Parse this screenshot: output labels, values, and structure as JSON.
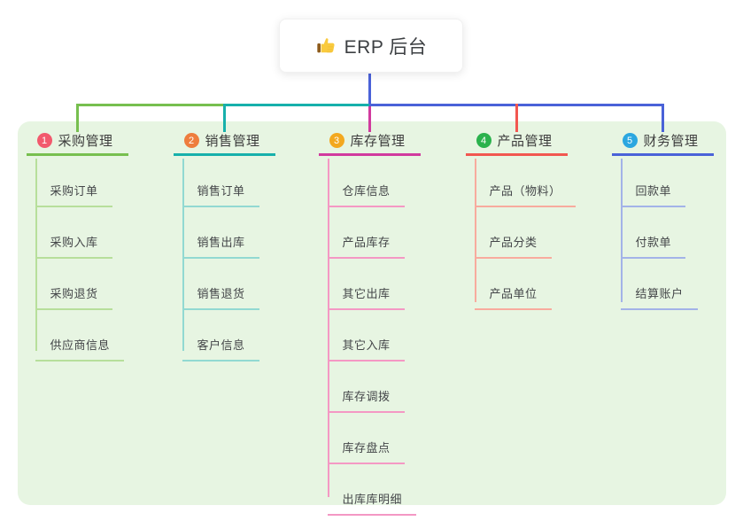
{
  "root": {
    "title": "ERP 后台",
    "icon": "thumbs-up-icon"
  },
  "colors": {
    "root_line": "#4a62d8",
    "panel_bg": "#e7f5e2",
    "card_bg": "#ffffff",
    "text_dark": "#3c3c3c"
  },
  "branches": [
    {
      "badge": "1",
      "title": "采购管理",
      "badge_color": "#f2596d",
      "line_color": "#77bf4f",
      "light_color": "#b7df9b",
      "items": [
        "采购订单",
        "采购入库",
        "采购退货",
        "供应商信息"
      ]
    },
    {
      "badge": "2",
      "title": "销售管理",
      "badge_color": "#ee7d3e",
      "line_color": "#17b0ab",
      "light_color": "#92d9d2",
      "items": [
        "销售订单",
        "销售出库",
        "销售退货",
        "客户信息"
      ]
    },
    {
      "badge": "3",
      "title": "库存管理",
      "badge_color": "#f3a81f",
      "line_color": "#d13a9e",
      "light_color": "#f498c4",
      "items": [
        "仓库信息",
        "产品库存",
        "其它出库",
        "其它入库",
        "库存调拨",
        "库存盘点",
        "出库库明细"
      ]
    },
    {
      "badge": "4",
      "title": "产品管理",
      "badge_color": "#2bb24d",
      "line_color": "#f25750",
      "light_color": "#f8ab9e",
      "items": [
        "产品（物料）",
        "产品分类",
        "产品单位"
      ]
    },
    {
      "badge": "5",
      "title": "财务管理",
      "badge_color": "#2ba7e0",
      "line_color": "#4a62d8",
      "light_color": "#a3b3e8",
      "items": [
        "回款单",
        "付款单",
        "结算账户"
      ]
    }
  ]
}
